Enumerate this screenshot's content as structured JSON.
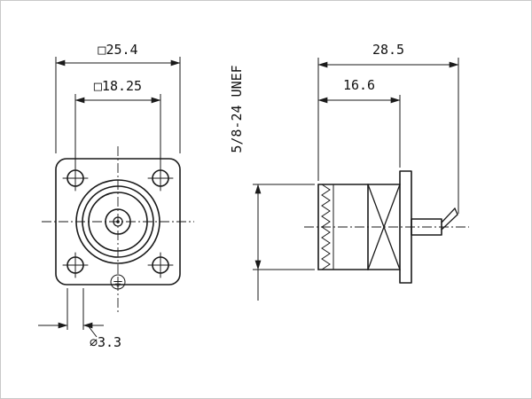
{
  "meta": {
    "type": "technical-drawing",
    "subject": "panel mount coaxial connector, front and side views",
    "line_color": "#1a1a1a",
    "background": "#ffffff",
    "frame_color": "#c9c9c9"
  },
  "front_view": {
    "label": "front view with square flange, four mounting holes and concentric connector face",
    "dim_flange": "□25.4",
    "dim_holes": "□18.25",
    "dim_hole_dia": "⌀3.3"
  },
  "side_view": {
    "label": "side view with threaded coupling, flange plate and solder lug",
    "dim_overall": "28.5",
    "dim_front": "16.6",
    "thread_callout": "5/8-24 UNEF"
  }
}
